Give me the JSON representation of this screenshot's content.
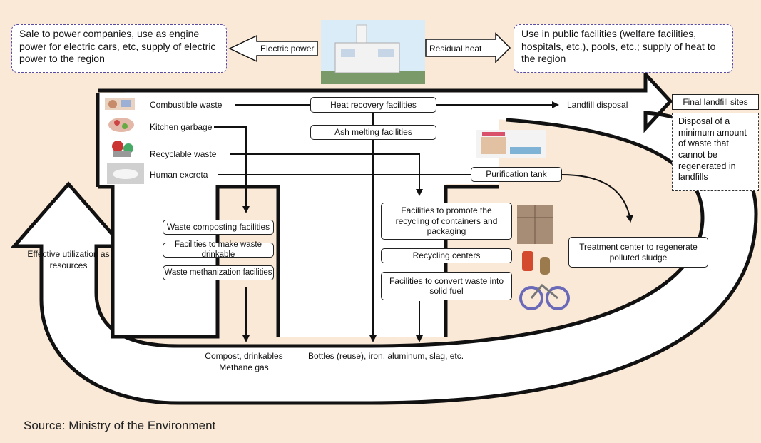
{
  "top": {
    "left_box": "Sale to power companies, use as engine power for electric cars, etc, supply of electric power to the region",
    "right_box": "Use in public facilities (welfare facilities, hospitals, etc.), pools, etc.; supply of heat to the region",
    "electric_power": "Electric power",
    "residual_heat": "Residual heat"
  },
  "inputs": {
    "combustible": "Combustible waste",
    "kitchen": "Kitchen garbage",
    "recyclable": "Recyclable waste",
    "human": "Human excreta"
  },
  "facilities": {
    "heat_recovery": "Heat recovery facilities",
    "ash_melting": "Ash melting facilities",
    "purification": "Purification tank",
    "composting": "Waste composting facilities",
    "drinkable": "Facilities to make waste drinkable",
    "methanization": "Waste methanization facilities",
    "containers": "Facilities to promote the recycling of containers and packaging",
    "recycling_centers": "Recycling centers",
    "solid_fuel": "Facilities to convert waste into solid fuel",
    "sludge": "Treatment center to regenerate polluted sludge"
  },
  "outputs": {
    "compost": "Compost, drinkables",
    "methane": "Methane gas",
    "bottles": "Bottles (reuse), iron, aluminum, slag, etc."
  },
  "landfill": {
    "disposal": "Landfill disposal",
    "final_sites": "Final landfill sites",
    "note": "Disposal of a minimum amount of waste that cannot be regenerated in landfills"
  },
  "effective": "Effective utilization as resources",
  "source": "Source: Ministry of the Environment",
  "colors": {
    "background": "#fbe9d7",
    "box_border": "#222222",
    "dotted_border": "#5b4aa0"
  }
}
